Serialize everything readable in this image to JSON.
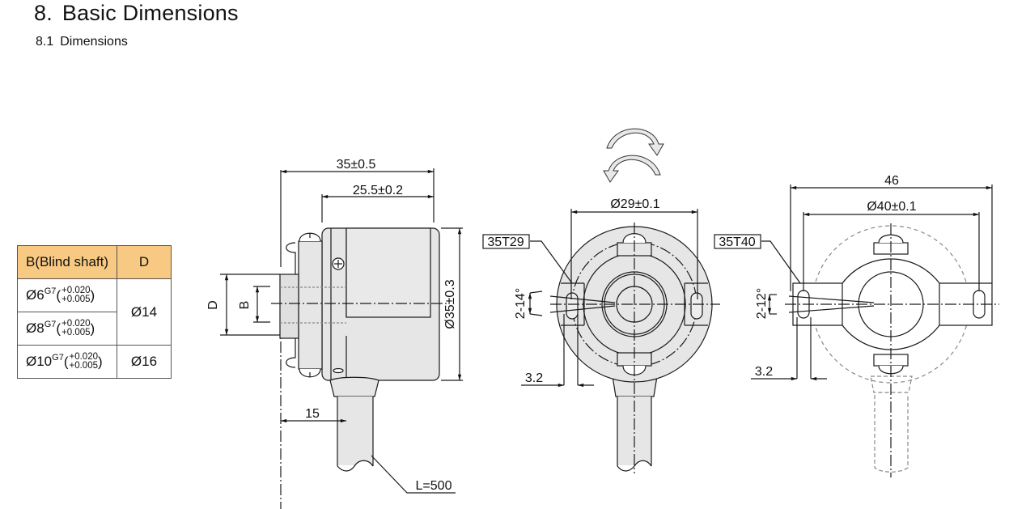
{
  "header": {
    "section_number": "8.",
    "section_title": "Basic Dimensions",
    "subsection_number": "8.1",
    "subsection_title": "Dimensions"
  },
  "shaft_table": {
    "headers": [
      "B(Blind shaft)",
      "D"
    ],
    "rows": [
      {
        "b_main": "Ø6",
        "b_fit": "G7",
        "tol_upper": "+0.020",
        "tol_lower": "+0.005",
        "d": "Ø14"
      },
      {
        "b_main": "Ø8",
        "b_fit": "G7",
        "tol_upper": "+0.020",
        "tol_lower": "+0.005",
        "d": "Ø14"
      },
      {
        "b_main": "Ø10",
        "b_fit": "G7",
        "tol_upper": "+0.020",
        "tol_lower": "+0.005",
        "d": "Ø16"
      }
    ],
    "header_color": "#f8c982"
  },
  "side_view": {
    "overall_length": "35±0.5",
    "body_length": "25.5±0.2",
    "body_diameter": "Ø35±0.3",
    "label_d": "D",
    "label_b": "B",
    "cable_offset": "15",
    "cable_length": "L=500"
  },
  "front_view_35T29": {
    "rotation_icons": [
      "rotate-clockwise",
      "rotate-counterclockwise"
    ],
    "bolt_circle": "Ø29±0.1",
    "tether_code": "35T29",
    "slot_angle": "2-14°",
    "slot_width": "3.2"
  },
  "front_view_35T40": {
    "overall_width": "46",
    "bolt_circle": "Ø40±0.1",
    "tether_code": "35T40",
    "slot_angle": "2-12°",
    "slot_width": "3.2"
  },
  "colors": {
    "body_fill": "#e6e6e6",
    "line": "#1a1a1a",
    "hidden_line": "#777777"
  }
}
